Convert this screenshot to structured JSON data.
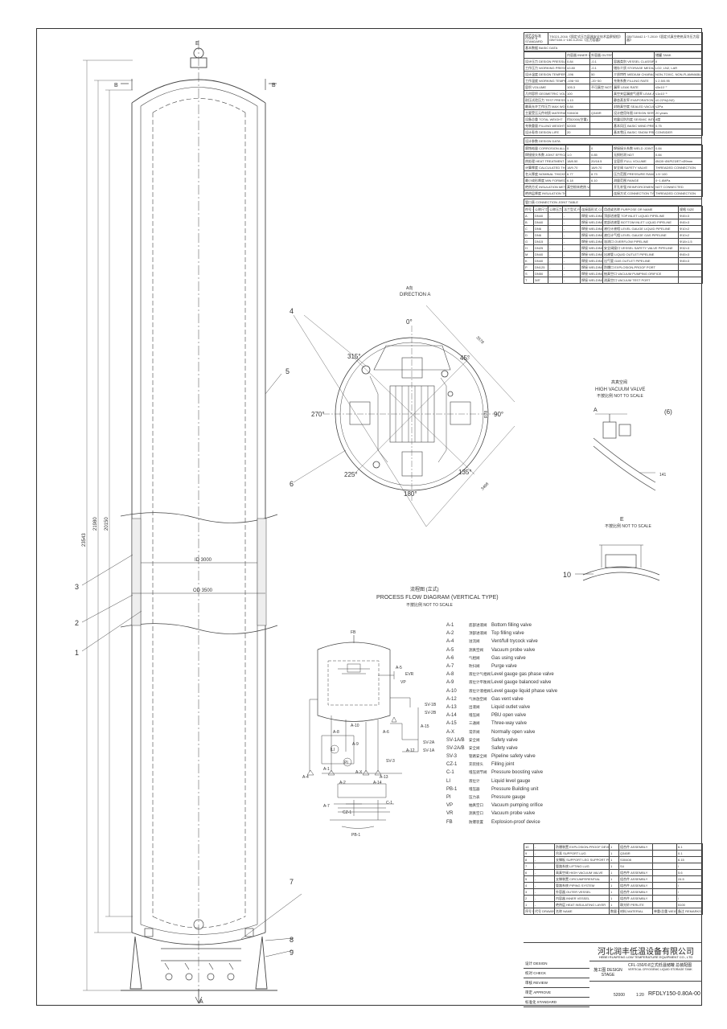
{
  "vessel": {
    "top_callout": "E",
    "section_marks": [
      "B",
      "B"
    ],
    "dimensions": {
      "overall": "23543",
      "total": "21980",
      "straight": "20150",
      "id": "ID 3000",
      "od": "OD 3500"
    },
    "leader_numbers": [
      "1",
      "2",
      "3",
      "4",
      "5",
      "6",
      "7",
      "8",
      "9",
      "10"
    ],
    "bottom_callout": "A"
  },
  "basic_data": {
    "header": {
      "code_label": "规范及标准\nCODE & STANDARD",
      "code_left": "TSG21-2016《固定式压力容器安全技术监察规程》 GB/T150.1~150.4-2011《压力容器》",
      "code_right": "GB/T18442.1~7-2019《固定式真空绝热深冷压力容器》",
      "section": "基本数据 BASIC DATA"
    },
    "col_headers": [
      "",
      "内容器 INNER VESSEL",
      "外容器 OUTER VESSEL",
      "",
      "储罐 TANK"
    ],
    "rows": [
      [
        "设计压力 DESIGN PRESSURE",
        "0.84",
        "-0.1",
        "容器类别 VESSEL CLASSIFICATION",
        "II"
      ],
      [
        "工作压力 WORKING PRESSURE",
        "≤0.80",
        "-0.1",
        "储存介质 STORAGE MEDIUM",
        "LO2, LN2, LAR"
      ],
      [
        "设计温度 DESIGN TEMPERATURE",
        "-196",
        "50",
        "介质特性 MEDIUM CHARACTERISTICS",
        "NON-TOXIC, NON-FLAMMABLE"
      ],
      [
        "工作温度 WORKING TEMPERATURE",
        "-196~50",
        "-20~50",
        "充装系数 FILLING RATE",
        "≤ 2.5/0.95"
      ],
      [
        "容积 VOLUME",
        "105.3",
        "不可真空 NOT APPLICABLE",
        "漏率 LEAK RATE",
        "≤5x10⁻⁷"
      ],
      [
        "几何容积 GEOMETRIC VOLUME",
        "100",
        "",
        "真空夹层漏放气速率 LEAK AND OUTGASSING RATE",
        "≤1x10⁻⁶"
      ],
      [
        "耐压试验压力 TEST PRESSURE",
        "1.13",
        "",
        "静态蒸发率 EVAPORATION RATE",
        "≤0.22%(LN2)"
      ],
      [
        "最高允许工作压力 MAX WORKING PRESSURE",
        "0.84",
        "",
        "封结真空度 SEALED VACUUM",
        "≤2Pa"
      ],
      [
        "主要受压元件材质 MATERIAL OF PRESSURE PARTS",
        "S30408",
        "Q345R",
        "设计使用年限 DESIGN SERVICE LIFE",
        "20 years"
      ],
      [
        "设备总重 TOTAL WEIGHT",
        "约52000(空重)",
        "",
        "地震设防烈度 SEISMIC INTENSITY",
        "8度"
      ],
      [
        "充装重量 FILLING WEIGHT",
        "52000",
        "",
        "基本风压 BASIC WIND PRESSURE",
        "0.75"
      ],
      [
        "设计寿命 DESIGN LIFE",
        "20",
        "",
        "基本雪压 BASIC SNOW PRESSURE",
        "CONSIDER"
      ]
    ]
  },
  "design_data": {
    "section": "设计参数 DESIGN DATA",
    "rows": [
      [
        "腐蚀裕量 CORROSION ALLOWANCE",
        "0",
        "0",
        "焊接接头系数 WELD JOINT EFFICIENCY",
        "0.84"
      ],
      [
        "焊接接头系数 JOINT EFFICIENCY",
        "1.0",
        "0.85",
        "无损检测 NDT",
        "0.84"
      ],
      [
        "热处理 HEAT TREATMENT",
        "18/8.50",
        "20/18.5",
        "全容积 FULL VOLUME",
        "Ø428~Ø4PI23/ET×Ø9mm"
      ],
      [
        "计算厚度 CALCULATED THICKNESS",
        "18/9.70",
        "18/9.70",
        "安全阀 SAFETY VALVE",
        "THREADED CONNECTION"
      ],
      [
        "名义厚度 NOMINAL THICKNESS",
        "6.77",
        "8.73",
        "压力范围 PRESSURE RANGE",
        "1.5~100"
      ],
      [
        "最小成形厚度 MIN FORMED THICKNESS",
        "6.18",
        "6.10",
        "测量范围 RANGE",
        "0~1.6MPa"
      ],
      [
        "绝热方式 INSULATION METHOD",
        "真空粉末绝热 VACUUM POWDER INSULATION",
        "",
        "开孔补强 REINFORCEMENT",
        "NOT CONNECTED"
      ],
      [
        "绝热层厚度 INSULATION THICKNESS",
        "",
        "",
        "连接方式 CONNECTION TYPE",
        "THREADED CONNECTION"
      ]
    ]
  },
  "connection_table": {
    "section": "管口表 CONNECTION JOINT TABLE",
    "headers": [
      "符号 SYMBOL",
      "公称尺寸 NOMINAL SIZE",
      "公称压力 NOMINAL PRESSURE",
      "法兰型式 FLANGE TYPE",
      "连接面形式 CONNECTION TYPE",
      "用途或名称 PURPOSE OR NAME",
      "规格 SIZE"
    ],
    "rows": [
      [
        "A",
        "DN40",
        "-",
        "-",
        "焊接 WELDING",
        "顶部进液管 TOP INLET LIQUID PIPELINE",
        "Φ45×3"
      ],
      [
        "B",
        "DN40",
        "-",
        "-",
        "焊接 WELDING",
        "底部进液管 BOTTOM INLET LIQUID PIPELINE",
        "Φ45×3"
      ],
      [
        "C",
        "DN6",
        "-",
        "-",
        "焊接 WELDING",
        "液位计液相 LEVEL GAUGE LIQUID PIPELINE",
        "Φ10×2"
      ],
      [
        "D",
        "DN6",
        "-",
        "-",
        "焊接 WELDING",
        "液位计气相 LEVEL GAUGE GAS PIPELINE",
        "Φ10×2"
      ],
      [
        "G",
        "DN15",
        "-",
        "-",
        "焊接 WELDING",
        "溢流口 OVERFLOW PIPELINE",
        "Φ18×1.5"
      ],
      [
        "H",
        "DN25",
        "-",
        "-",
        "焊接 WELDING",
        "安全阀接口 VESSEL SAFETY VALVE PIPELINE",
        "Φ32×3"
      ],
      [
        "M",
        "DN40",
        "-",
        "-",
        "焊接 WELDING",
        "出液管 LIQUID OUTLET PIPELINE",
        "Φ45×3"
      ],
      [
        "K",
        "DN40",
        "-",
        "-",
        "焊接 WELDING",
        "出气管 GAS OUTLET PIPELINE",
        "Φ45×3"
      ],
      [
        "P",
        "DN125",
        "-",
        "-",
        "焊接 WELDING",
        "防爆口 EXPLOSION-PROOF PORT",
        ""
      ],
      [
        "S",
        "DN50",
        "-",
        "-",
        "焊接 WELDING",
        "抽真空口 VACUUM PUMPING ORIFICE",
        ""
      ],
      [
        "T",
        "3/8\"",
        "-",
        "-",
        "焊接 WELDING",
        "测真空口 VACUUM TEST PORT",
        ""
      ]
    ]
  },
  "direction_view": {
    "title_zh": "A向",
    "title_en": "DIRECTION A",
    "angles": [
      "0°",
      "45°",
      "90°",
      "135°",
      "180°",
      "225°",
      "270°",
      "315°"
    ],
    "dims": [
      "3578",
      "3498",
      "R78"
    ]
  },
  "valve_detail": {
    "title_zh": "高真空阀",
    "title_en": "HIGH VACUUM VALVE",
    "scale": "不按比例 NOT TO SCALE",
    "label": "A",
    "ref": "(6)",
    "dim": "141"
  },
  "e_detail": {
    "title": "E",
    "scale": "不按比例 NOT TO SCALE"
  },
  "flow_diagram": {
    "title_zh": "流程图 (立式)",
    "title_en": "PROCESS FLOW DIAGRAM (VERTICAL TYPE)",
    "scale": "不按比例 NOT TO SCALE",
    "tags": [
      "FB",
      "A-5",
      "EVR",
      "VP",
      "SV-1B",
      "SV-2B",
      "A-15",
      "SV-2A",
      "SV-1A",
      "A-12",
      "A-6",
      "A-8",
      "A-10",
      "A-9",
      "LI",
      "PI",
      "SV-3",
      "A-4",
      "A-1",
      "A-X",
      "A-13",
      "A-2",
      "A-14",
      "A-7",
      "CZ-1",
      "C-1",
      "PB-1"
    ]
  },
  "legend": [
    {
      "code": "A-1",
      "zh": "底部进液阀",
      "en": "Bottom filling valve"
    },
    {
      "code": "A-2",
      "zh": "顶部进液阀",
      "en": "Top filling valve"
    },
    {
      "code": "A-4",
      "zh": "溢流阀",
      "en": "Vent/full trycock valve"
    },
    {
      "code": "A-5",
      "zh": "测真空阀",
      "en": "Vacuum probe valve"
    },
    {
      "code": "A-6",
      "zh": "气相阀",
      "en": "Gas using valve"
    },
    {
      "code": "A-7",
      "zh": "吹扫阀",
      "en": "Purge valve"
    },
    {
      "code": "A-8",
      "zh": "液位计气相阀",
      "en": "Level gauge gas phase valve"
    },
    {
      "code": "A-9",
      "zh": "液位计平衡阀",
      "en": "Level gauge balanced valve"
    },
    {
      "code": "A-10",
      "zh": "液位计液相阀",
      "en": "Level gauge liquid phase valve"
    },
    {
      "code": "A-12",
      "zh": "气体放空阀",
      "en": "Gas vent valve"
    },
    {
      "code": "A-13",
      "zh": "出液阀",
      "en": "Liquid outlet valve"
    },
    {
      "code": "A-14",
      "zh": "增压阀",
      "en": "PBU open valve"
    },
    {
      "code": "A-15",
      "zh": "三通阀",
      "en": "Three-way valve"
    },
    {
      "code": "A-X",
      "zh": "常开阀",
      "en": "Normally open valve"
    },
    {
      "code": "SV-1A/B",
      "zh": "安全阀",
      "en": "Safety valve"
    },
    {
      "code": "SV-2A/B",
      "zh": "安全阀",
      "en": "Safety valve"
    },
    {
      "code": "SV-3",
      "zh": "管路安全阀",
      "en": "Pipeline safety valve"
    },
    {
      "code": "CZ-1",
      "zh": "充装接头",
      "en": "Filling joint"
    },
    {
      "code": "C-1",
      "zh": "增压调节阀",
      "en": "Pressure boosting valve"
    },
    {
      "code": "LI",
      "zh": "液位计",
      "en": "Liquid level gauge"
    },
    {
      "code": "PB-1",
      "zh": "增压器",
      "en": "Pressure Building unit"
    },
    {
      "code": "PI",
      "zh": "压力表",
      "en": "Pressure gauge"
    },
    {
      "code": "VP",
      "zh": "抽真空口",
      "en": "Vacuum pumping orifice"
    },
    {
      "code": "VR",
      "zh": "测真空口",
      "en": "Vacuum probe valve"
    },
    {
      "code": "FB",
      "zh": "防爆装置",
      "en": "Explosion-proof device"
    }
  ],
  "parts_list": {
    "rows": [
      [
        "10",
        "-",
        "防爆装置 EXPLOSION-PROOF DEVICE",
        "1",
        "组合件 ASSEMBLY",
        "",
        "6.1"
      ],
      [
        "9",
        "-",
        "吊耳 SUPPORT LUG",
        "1",
        "Q345R",
        "",
        "0.1"
      ],
      [
        "8",
        "-",
        "支撑板 SUPPORT LEG SUPPORT PLATE",
        "1",
        "S30408",
        "",
        "6.15"
      ],
      [
        "7",
        "-",
        "管路系统 LIFTING LUG",
        "1",
        "S4",
        "",
        "/"
      ],
      [
        "6",
        "-",
        "高真空阀 HIGH VACUUM VALVE",
        "1",
        "组合件 ASSEMBLY",
        "",
        "5.6"
      ],
      [
        "5",
        "-",
        "支撑装置 CIRCUMFERENTIAL",
        "1",
        "组合件 ASSEMBLY",
        "",
        "24.5"
      ],
      [
        "4",
        "-",
        "管路系统 PIPING SYSTEM",
        "1",
        "组合件 ASSEMBLY",
        "",
        "/"
      ],
      [
        "3",
        "-",
        "外容器 OUTER VESSEL",
        "1",
        "组合件 ASSEMBLY",
        "",
        "/"
      ],
      [
        "2",
        "-",
        "内容器 INNER VESSEL",
        "1",
        "组合件 ASSEMBLY",
        "",
        "/"
      ],
      [
        "1",
        "-",
        "绝热层 HEAT INSULATING LAYER",
        "1",
        "珠光砂 PERLITE",
        "",
        "5100"
      ]
    ],
    "headers": [
      "序号 NUMBER",
      "代号 DRAWING NO.",
      "名称 NAME",
      "数量 QUANTITY",
      "材料 MATERIAL",
      "单重/总重 WEIGHT",
      "备注 REMARKS"
    ]
  },
  "title_block": {
    "company_zh": "河北润丰低温设备有限公司",
    "company_en": "HEBEI RUNFENG LOW TEMPERATURE EQUIPMENT CO., LTD",
    "product": "CFL-150/0.8立式低温储罐 总装配图",
    "product_en": "VERTICAL CRYOGENIC LIQUID STORAGE TANK",
    "drawing_no": "RFDLY150-0.80A-00",
    "weight": "52000",
    "scale": "1:20",
    "roles": [
      "设计 DESIGN",
      "校对 CHECK",
      "审核 REVIEW",
      "审定 APPROVE",
      "标准化 STANDARD"
    ],
    "stage": "施工图 DESIGN STAGE"
  }
}
